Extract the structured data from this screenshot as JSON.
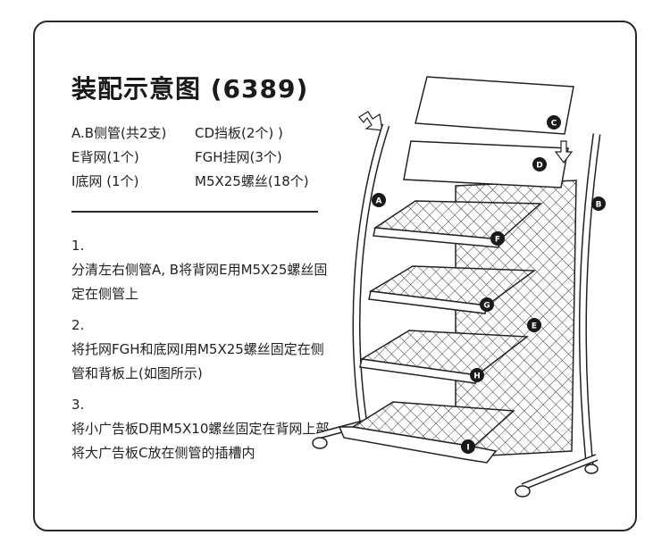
{
  "title": "装配示意图 (6389)",
  "parts": [
    {
      "left": "A.B侧管(共2支)",
      "right": "CD挡板(2个) )"
    },
    {
      "left": "E背网(1个)",
      "right": "FGH挂网(3个)"
    },
    {
      "left": "I底网  (1个)",
      "right": "M5X25螺丝(18个)"
    }
  ],
  "steps": [
    {
      "num": "1.",
      "text": "分清左右侧管A, B将背网E用M5X25螺丝固定在侧管上"
    },
    {
      "num": "2.",
      "text": "将托网FGH和底网I用M5X25螺丝固定在侧管和背板上(如图所示)"
    },
    {
      "num": "3.",
      "text": "将小广告板D用M5X10螺丝固定在背网上部将大广告板C放在侧管的插槽内"
    }
  ],
  "diagram_labels": {
    "A": "A",
    "B": "B",
    "C": "C",
    "D": "D",
    "E": "E",
    "F": "F",
    "G": "G",
    "H": "H",
    "I": "I"
  }
}
